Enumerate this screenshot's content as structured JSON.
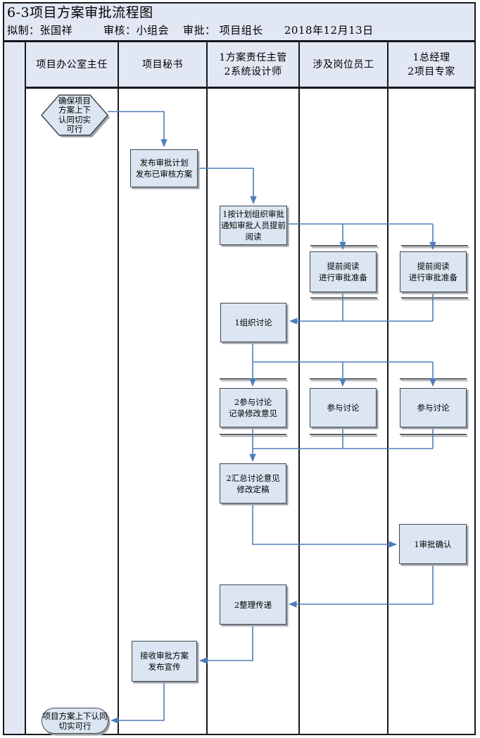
{
  "title": "6-3项目方案审批流程图",
  "meta": {
    "prepared": "拟制：张国祥",
    "reviewed": "审核：小组会",
    "approved": "审批： 项目组长",
    "date": "2018年12月13日"
  },
  "lanes": [
    {
      "label": "项目办公室主任"
    },
    {
      "label": "项目秘书"
    },
    {
      "label": "1方案责任主管\n2系统设计师"
    },
    {
      "label": "涉及岗位员工"
    },
    {
      "label": "1总经理\n2项目专家"
    }
  ],
  "nodes": {
    "start": {
      "shape": "hexagon",
      "lane": "项目办公室主任",
      "label": "确保项目\n方案上下\n认同切实\n可行"
    },
    "publish": {
      "shape": "process",
      "lane": "项目秘书",
      "label": "发布审批计划\n发布已审核方案"
    },
    "organize_review": {
      "shape": "process",
      "lane": "1方案责任主管 2系统设计师",
      "label": "1按计划组织审批\n通知审批人员提前\n阅读"
    },
    "prepare_staff": {
      "shape": "process",
      "lane": "涉及岗位员工",
      "label": "提前阅读\n进行审批准备"
    },
    "prepare_expert": {
      "shape": "process",
      "lane": "1总经理 2项目专家",
      "label": "提前阅读\n进行审批准备"
    },
    "organize_discussion": {
      "shape": "process",
      "lane": "1方案责任主管 2系统设计师",
      "label": "1组织讨论"
    },
    "participate_lead": {
      "shape": "process",
      "lane": "1方案责任主管 2系统设计师",
      "label": "2参与讨论\n记录修改意见"
    },
    "participate_staff": {
      "shape": "process",
      "lane": "涉及岗位员工",
      "label": "参与讨论"
    },
    "participate_expert": {
      "shape": "process",
      "lane": "1总经理 2项目专家",
      "label": "参与讨论"
    },
    "summarize": {
      "shape": "process",
      "lane": "1方案责任主管 2系统设计师",
      "label": "2汇总讨论意见\n修改定稿"
    },
    "approve": {
      "shape": "process",
      "lane": "1总经理 2项目专家",
      "label": "1审批确认"
    },
    "deliver": {
      "shape": "process",
      "lane": "1方案责任主管 2系统设计师",
      "label": "2整理传递"
    },
    "receive": {
      "shape": "process",
      "lane": "项目秘书",
      "label": "接收审批方案\n发布宣传"
    },
    "end": {
      "shape": "terminator",
      "lane": "项目办公室主任",
      "label": "项目方案上下认同\n切实可行"
    }
  },
  "edges": [
    {
      "from": "start",
      "to": "publish"
    },
    {
      "from": "publish",
      "to": "organize_review"
    },
    {
      "from": "organize_review",
      "to": "prepare_staff"
    },
    {
      "from": "organize_review",
      "to": "prepare_expert"
    },
    {
      "from": "prepare_staff",
      "to": "organize_discussion"
    },
    {
      "from": "prepare_expert",
      "to": "organize_discussion"
    },
    {
      "from": "organize_discussion",
      "to": "participate_lead"
    },
    {
      "from": "organize_discussion",
      "to": "participate_staff"
    },
    {
      "from": "organize_discussion",
      "to": "participate_expert"
    },
    {
      "from": "participate_lead",
      "to": "summarize"
    },
    {
      "from": "participate_staff",
      "to": "summarize"
    },
    {
      "from": "participate_expert",
      "to": "summarize"
    },
    {
      "from": "summarize",
      "to": "approve"
    },
    {
      "from": "approve",
      "to": "deliver"
    },
    {
      "from": "deliver",
      "to": "receive"
    },
    {
      "from": "receive",
      "to": "end"
    }
  ],
  "colors": {
    "header_fill": "#e2e7f4",
    "node_fill": "#dce6f2",
    "node_border": "#41464e",
    "connector": "#4d7ebc",
    "grid_line": "#15181d",
    "shadow": "#9da1a8"
  }
}
